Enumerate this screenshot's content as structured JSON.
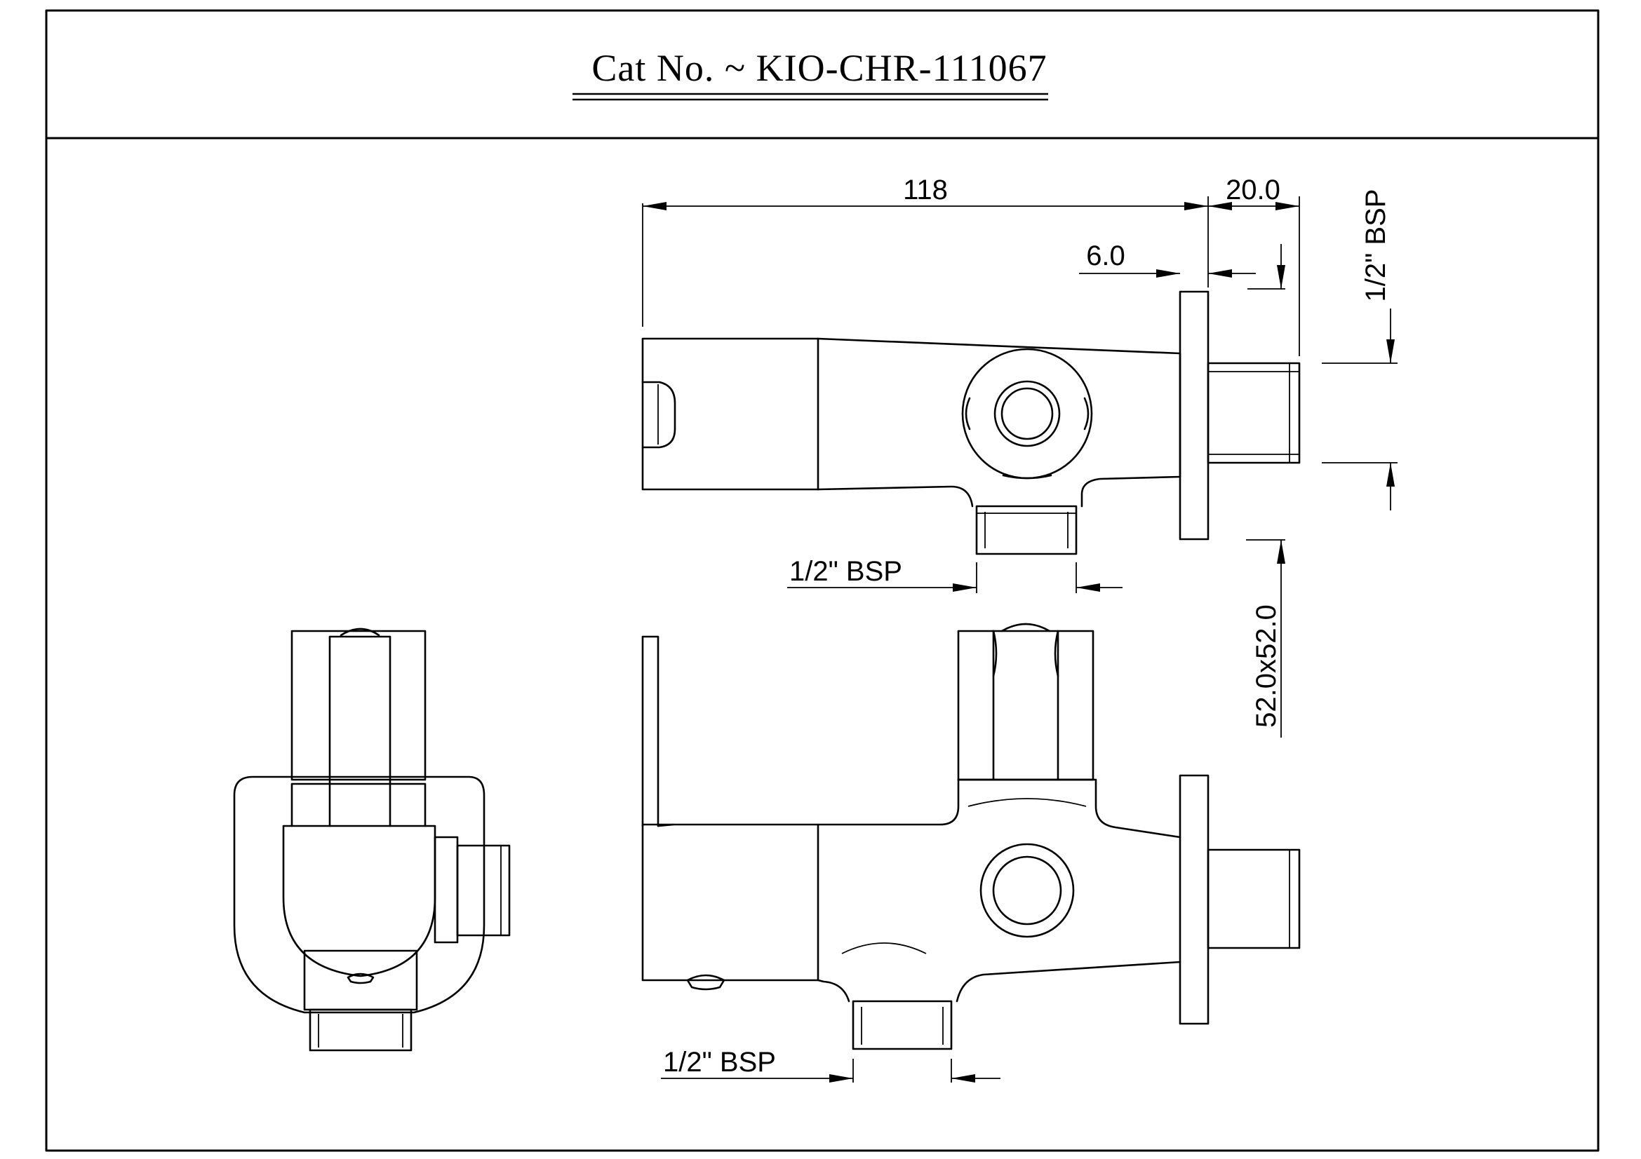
{
  "title": "Cat No. ~ KIO-CHR-111067",
  "dimensions": {
    "overall_length": "118",
    "thread_length": "20.0",
    "flange_offset": "6.0",
    "inlet_thread": "1/2\" BSP",
    "outlet_thread_top_view": "1/2\" BSP",
    "outlet_thread_front_view": "1/2\" BSP",
    "flange_size": "52.0x52.0"
  }
}
